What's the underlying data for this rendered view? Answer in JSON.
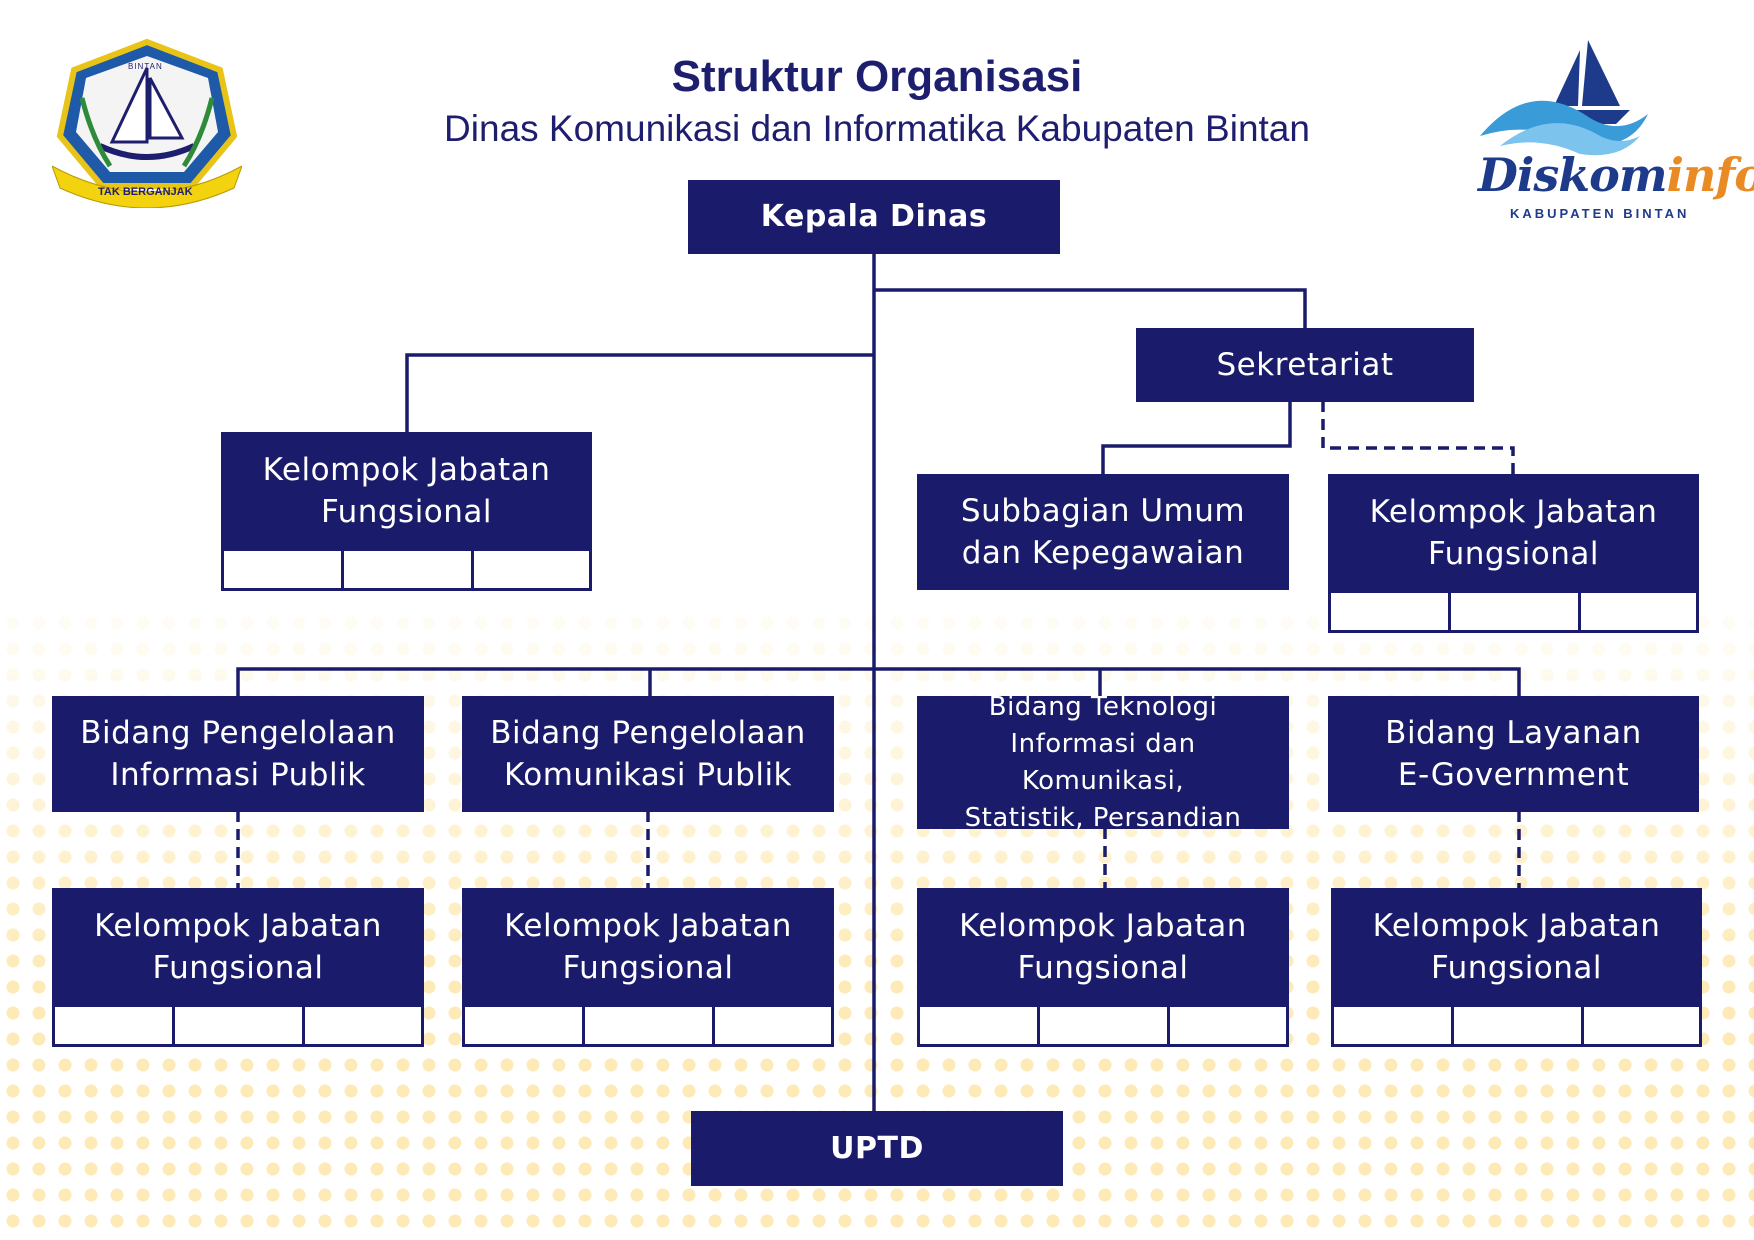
{
  "header": {
    "title": "Struktur Organisasi",
    "subtitle": "Dinas Komunikasi dan Informatika Kabupaten Bintan"
  },
  "logos": {
    "left": {
      "ring_text": "BINTAN",
      "motto": "TAK BERGANJAK",
      "icon": "bintan-regency-emblem"
    },
    "right": {
      "brand_main": "Diskom",
      "brand_accent": "info",
      "brand_sub": "KABUPATEN BINTAN",
      "icon": "sailboat-wave-logo"
    }
  },
  "nodes": {
    "kepala": "Kepala Dinas",
    "sekretariat": "Sekretariat",
    "kjf_top": "Kelompok Jabatan\nFungsional",
    "subbagian": "Subbagian Umum\ndan Kepegawaian",
    "kjf_sek": "Kelompok Jabatan\nFungsional",
    "bidang1": "Bidang Pengelolaan\nInformasi Publik",
    "bidang2": "Bidang Pengelolaan\nKomunikasi Publik",
    "bidang3": "Bidang Teknologi\nInformasi dan Komunikasi,\nStatistik, Persandian",
    "bidang4": "Bidang Layanan\nE-Government",
    "kjf1": "Kelompok Jabatan\nFungsional",
    "kjf2": "Kelompok Jabatan\nFungsional",
    "kjf3": "Kelompok Jabatan\nFungsional",
    "kjf4": "Kelompok Jabatan\nFungsional",
    "uptd": "UPTD"
  },
  "colors": {
    "box": "#1b1b6b",
    "title": "#1e1e6e",
    "dots": "#fdeab6",
    "accent": "#e98a25"
  }
}
